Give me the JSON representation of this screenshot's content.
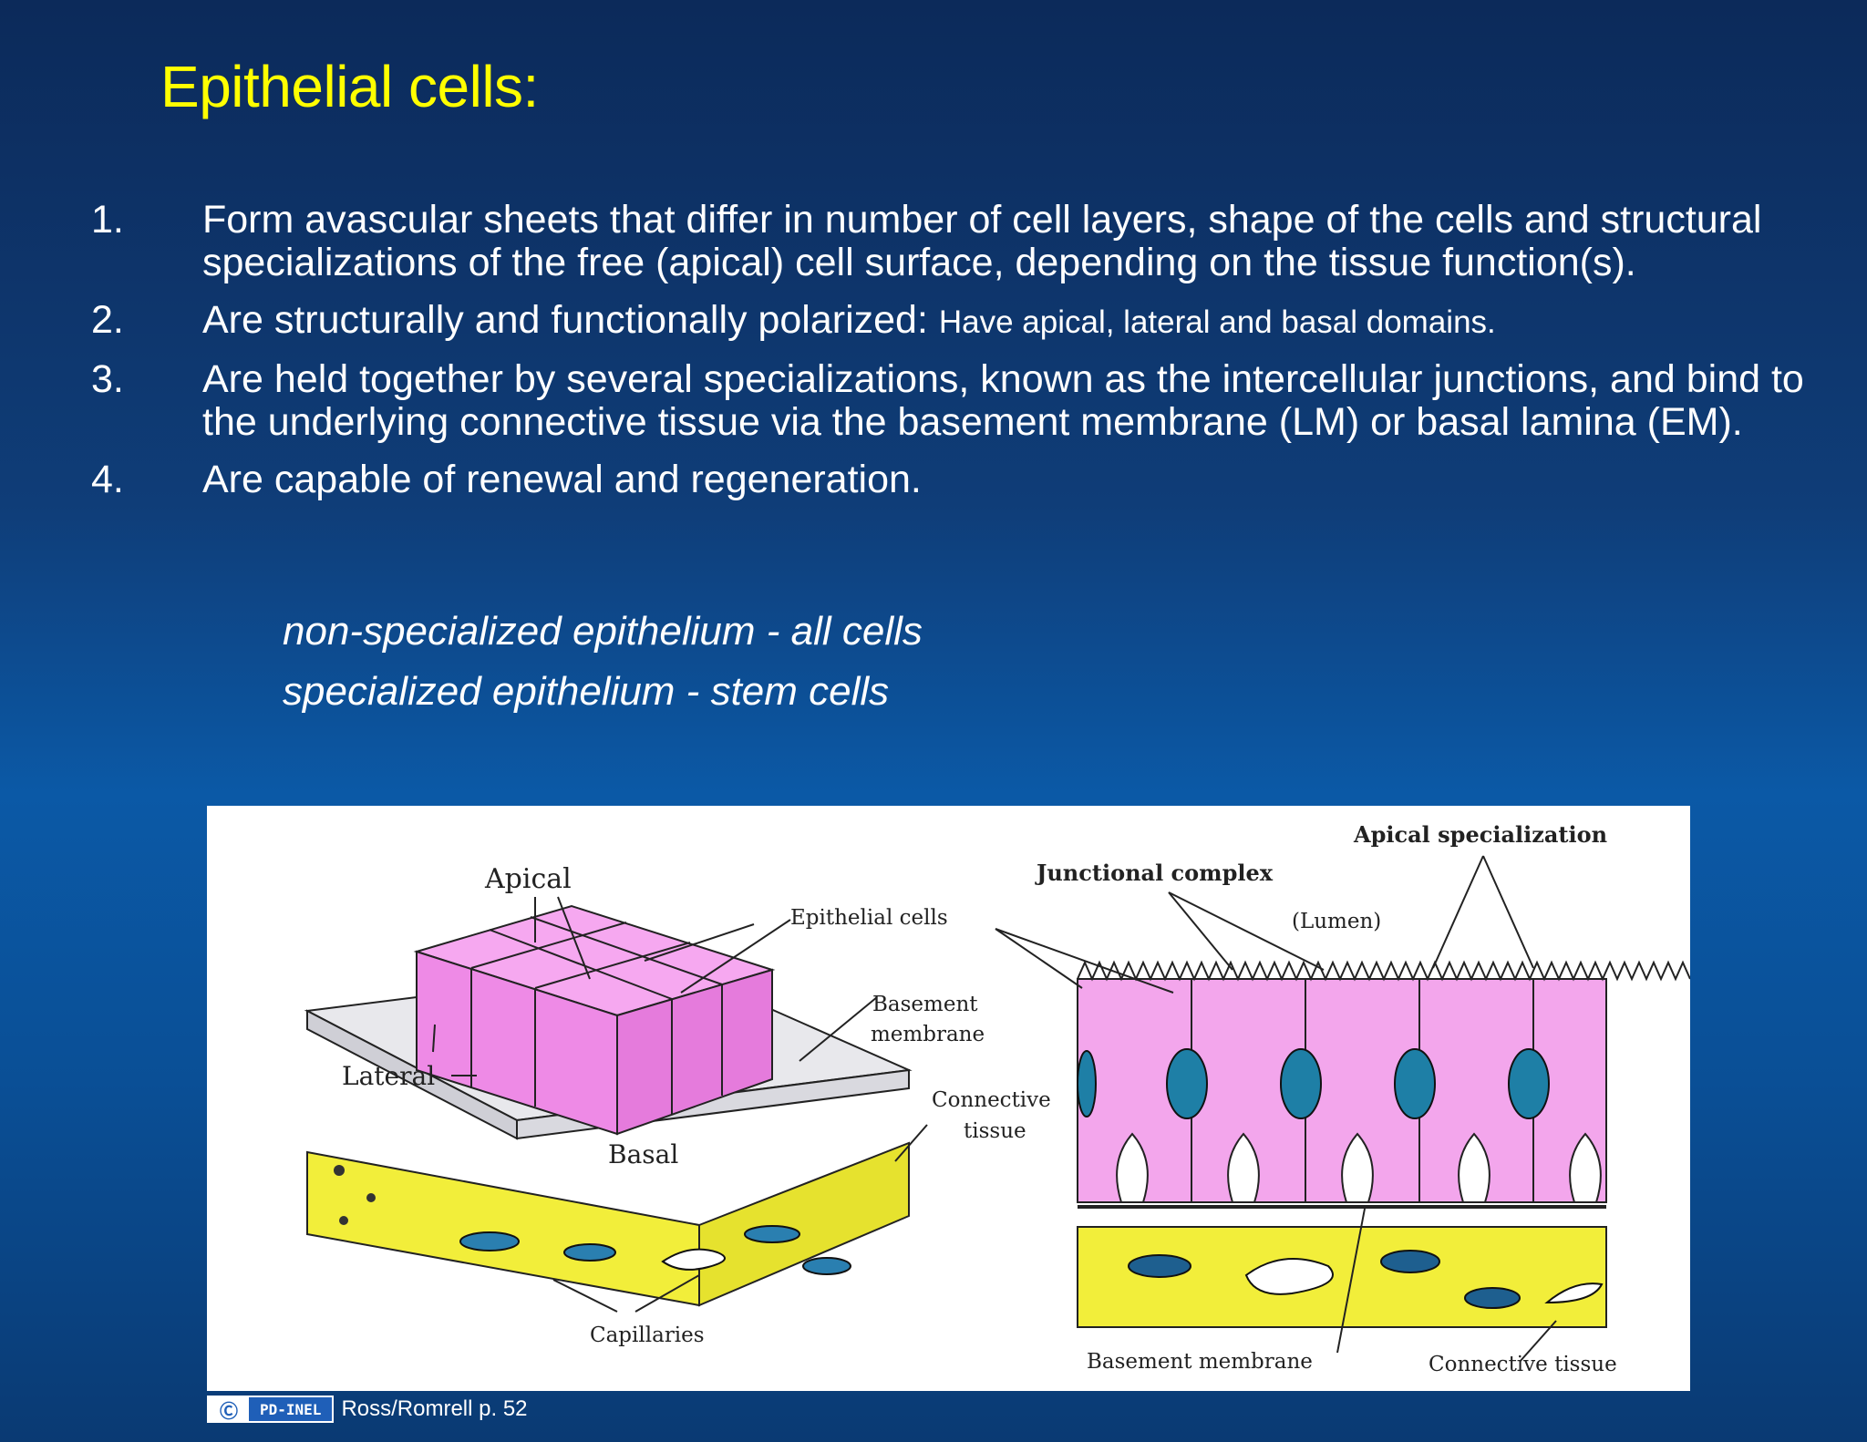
{
  "slide": {
    "title": "Epithelial cells:",
    "items": [
      {
        "num": "1.",
        "text": "Form avascular sheets that differ in number of cell layers, shape of the cells and structural specializations of the free (apical) cell surface, depending on the tissue function(s).",
        "small": ""
      },
      {
        "num": "2.",
        "text": "Are structurally and functionally polarized: ",
        "small": "Have apical, lateral and basal domains."
      },
      {
        "num": "3.",
        "text": "Are held together by several specializations, known as the intercellular junctions, and bind to the underlying connective tissue via the basement membrane (LM) or basal lamina (EM).",
        "small": ""
      },
      {
        "num": "4.",
        "text": "Are capable of renewal and regeneration.",
        "small": ""
      }
    ],
    "italic_lines": [
      "non-specialized epithelium - all cells",
      "specialized epithelium - stem cells"
    ]
  },
  "figure": {
    "labels": {
      "apical": "Apical",
      "lateral": "Lateral",
      "basal": "Basal",
      "epithelial_cells": "Epithelial cells",
      "basement_membrane_left_1": "Basement",
      "basement_membrane_left_2": "membrane",
      "connective_tissue_left_1": "Connective",
      "connective_tissue_left_2": "tissue",
      "capillaries": "Capillaries",
      "apical_specialization": "Apical specialization",
      "junctional_complex": "Junctional complex",
      "lumen": "(Lumen)",
      "basement_membrane_right": "Basement membrane",
      "connective_tissue_right": "Connective tissue"
    }
  },
  "credit": {
    "badge_icon": "cc-icon",
    "badge_text": "PD-INEL",
    "source": "Ross/Romrell p. 52"
  },
  "colors": {
    "title": "#ffff00",
    "cells": "#f08ce8",
    "connective": "#f2ee3a",
    "nucleus": "#1e7fa6"
  }
}
